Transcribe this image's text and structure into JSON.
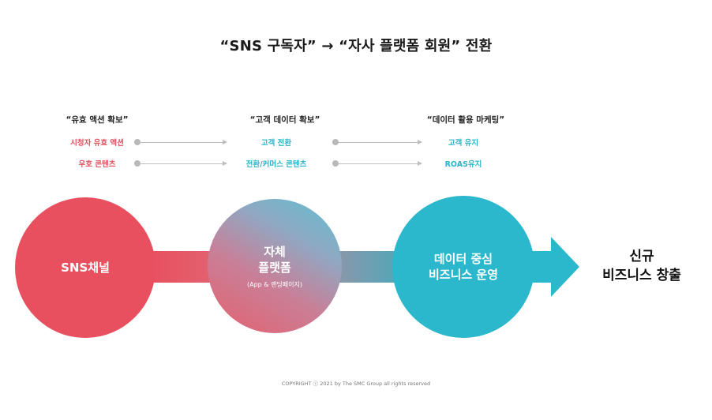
{
  "title": "“SNS 구독자” → “자사 플랫폼 회원” 전환",
  "columns": [
    {
      "heading": "“유효 액션 확보”",
      "items": [
        "시청자 유효 액션",
        "우호 콘텐츠"
      ]
    },
    {
      "heading": "“고객 데이터 확보”",
      "items": [
        "고객 전환",
        "전환/커머스 콘텐츠"
      ]
    },
    {
      "heading": "“데이터 활용 마케팅”",
      "items": [
        "고객 유지",
        "ROAS유지"
      ]
    }
  ],
  "stages": [
    {
      "label": "SNS채널"
    },
    {
      "label_line1": "자체",
      "label_line2": "플랫폼",
      "sub": "(App & 랜딩페이지)"
    },
    {
      "label_line1": "데이터 중심",
      "label_line2": "비즈니스 운영"
    }
  ],
  "result": {
    "line1": "신규",
    "line2": "비즈니스 창출"
  },
  "copyright": "COPYRIGHT ⓒ 2021 by The SMC Group all rights reserved",
  "colors": {
    "red": "#e8505f",
    "teal": "#2bb8cc",
    "connector": "#bdbdbd"
  }
}
